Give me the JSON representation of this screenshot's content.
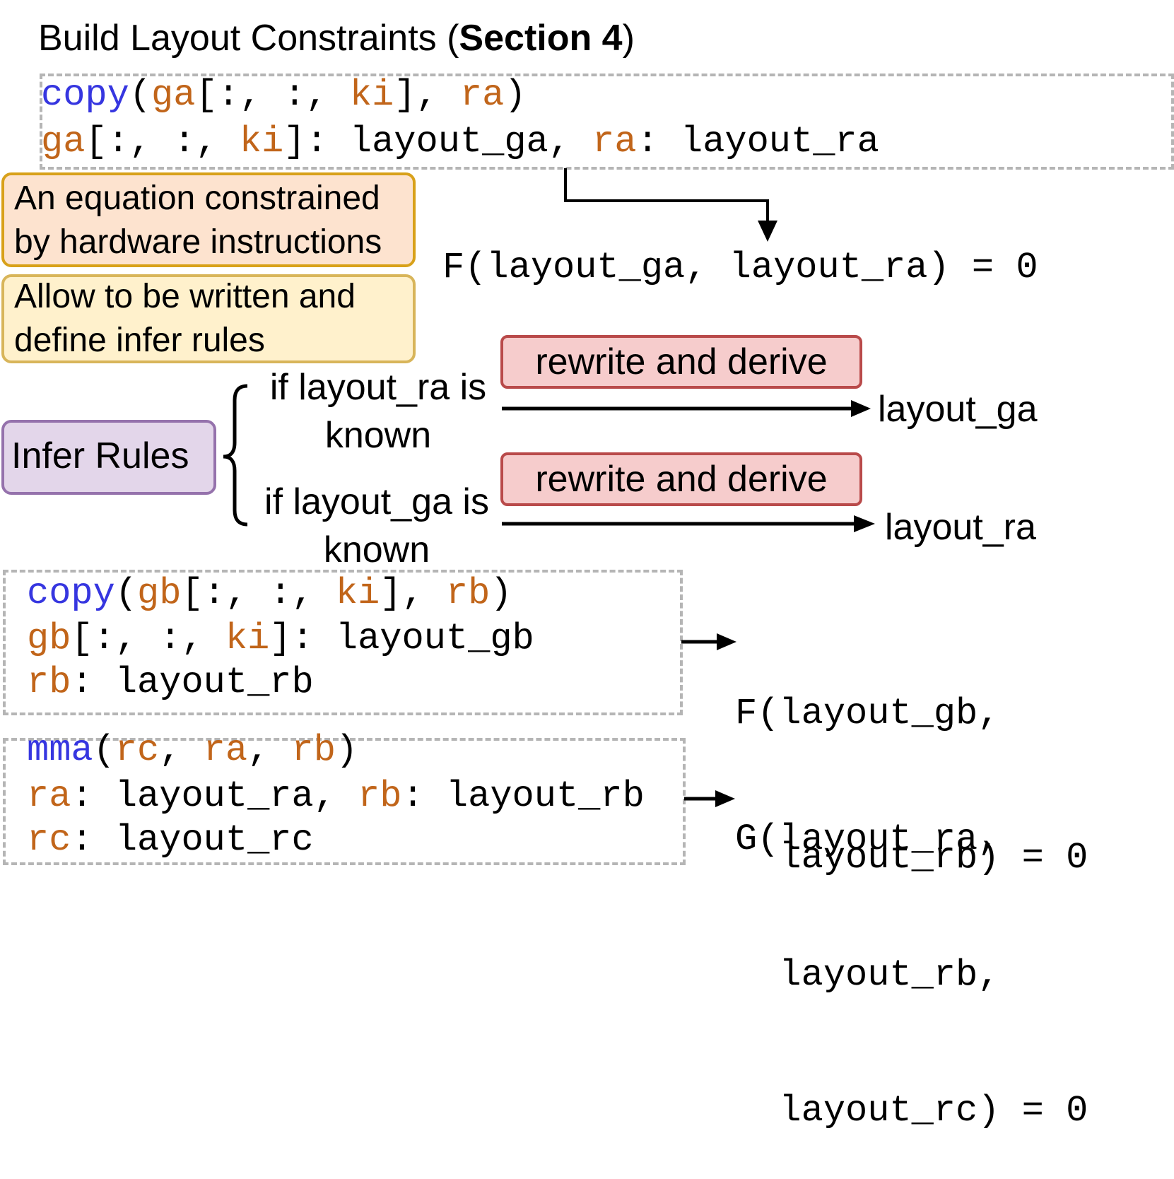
{
  "title": {
    "prefix": "Build Layout Constraints (",
    "bold": "Section 4",
    "suffix": ")"
  },
  "top_code": {
    "line1": {
      "kw": "copy",
      "p1": "(",
      "v1": "ga",
      "p2": "[:, :, ",
      "v2": "ki",
      "p3": "], ",
      "v3": "ra",
      "p4": ")"
    },
    "line2": {
      "v1": "ga",
      "p1": "[:, :, ",
      "v2": "ki",
      "p2": "]: layout_ga, ",
      "v3": "ra",
      "p3": ": layout_ra"
    }
  },
  "equation_f_top": "F(layout_ga, layout_ra) = 0",
  "box_orange": {
    "line1": "An equation constrained",
    "line2": "by hardware instructions"
  },
  "box_yellow": {
    "line1": "Allow to be written and",
    "line2": "define infer rules"
  },
  "infer_rules": "Infer Rules",
  "rule1": {
    "line1": "if layout_ra is",
    "line2": "known",
    "action": "rewrite and derive",
    "result": "layout_ga"
  },
  "rule2": {
    "line1": "if layout_ga is",
    "line2": "known",
    "action": "rewrite and derive",
    "result": "layout_ra"
  },
  "code_b": {
    "line1": {
      "kw": "copy",
      "p1": "(",
      "v1": "gb",
      "p2": "[:, :, ",
      "v2": "ki",
      "p3": "], ",
      "v3": "rb",
      "p4": ")"
    },
    "line2": {
      "v1": "gb",
      "p1": "[:, :, ",
      "v2": "ki",
      "p2": "]: layout_gb"
    },
    "line3": {
      "v1": "rb",
      "p1": ": layout_rb"
    }
  },
  "equation_f_b": {
    "line1": "F(layout_gb,",
    "line2": "  layout_rb) = 0"
  },
  "code_mma": {
    "line1": {
      "kw": "mma",
      "p1": "(",
      "v1": "rc",
      "p2": ", ",
      "v2": "ra",
      "p3": ", ",
      "v3": "rb",
      "p4": ")"
    },
    "line2": {
      "v1": "ra",
      "p1": ": layout_ra, ",
      "v2": "rb",
      "p2": ": layout_rb"
    },
    "line3": {
      "v1": "rc",
      "p1": ": layout_rc"
    }
  },
  "equation_g": {
    "line1": "G(layout_ra,",
    "line2": "  layout_rb,",
    "line3": "  layout_rc) = 0"
  },
  "colors": {
    "keyword": "#3636e0",
    "variable": "#c1651a",
    "orange_box": "#fde3cf",
    "yellow_box": "#fff1cc",
    "purple_box": "#e3d6ea",
    "red_box": "#f6cccc"
  }
}
